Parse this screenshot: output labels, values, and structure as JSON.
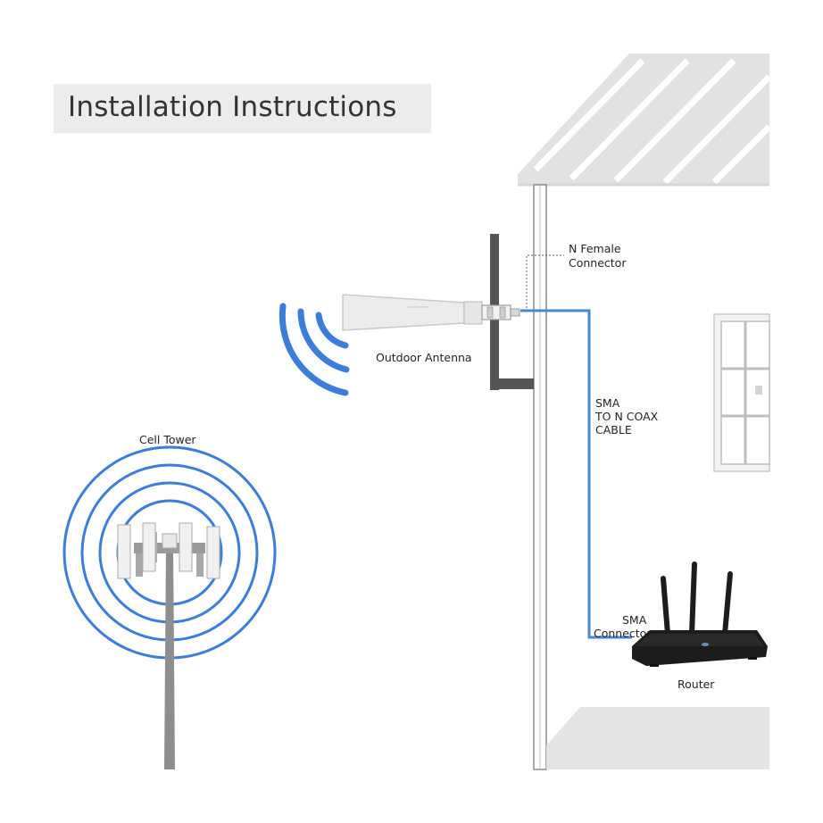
{
  "title": "Installation Instructions",
  "labels": {
    "n_female": "N Female",
    "connector_top": "Connector",
    "outdoor_antenna": "Outdoor Antenna",
    "sma_line1": "SMA",
    "sma_line2": "TO N COAX",
    "sma_line3": "CABLE",
    "sma": "SMA",
    "connector_bottom": "Connector",
    "router": "Router",
    "cell_tower": "Cell Tower"
  },
  "colors": {
    "signal_blue": "#3b7dd8",
    "cable_blue": "#4a86d8",
    "house_gray": "#e4e4e4",
    "dark_gray": "#555555",
    "router_black": "#1c1c1c"
  }
}
